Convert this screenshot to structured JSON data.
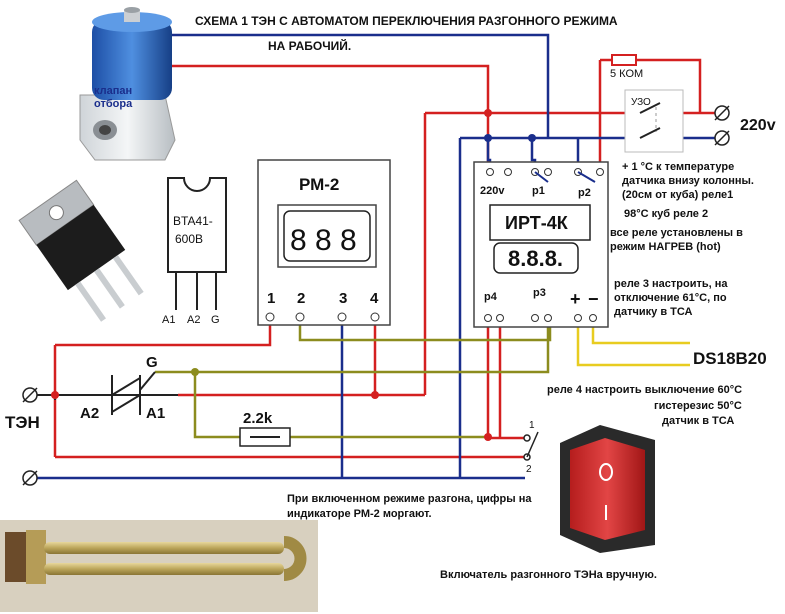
{
  "title_line1": "СХЕМА    1 ТЭН  С АВТОМАТОМ ПЕРЕКЛЮЧЕНИЯ РАЗГОННОГО РЕЖИМА",
  "title_line2": "НА РАБОЧИЙ.",
  "valve_label_1": "клапан",
  "valve_label_2": "отбора",
  "triac": {
    "part_1": "BTA41-",
    "part_2": "600B",
    "pin_a1": "A1",
    "pin_a2": "A2",
    "pin_g": "G"
  },
  "rm2": {
    "name": "РМ-2",
    "digits": "8 8 8",
    "pins": [
      "1",
      "2",
      "3",
      "4"
    ]
  },
  "irt": {
    "name": "ИРТ-4К",
    "digits": "8.8.8.",
    "top_labels": [
      "220v",
      "p1",
      "p2"
    ],
    "bottom_labels": [
      "p4",
      "p3"
    ],
    "plus": "+",
    "minus": "−"
  },
  "resistor_5k": "5 КОМ",
  "uzo": "УЗО",
  "mains": "220v",
  "notes": {
    "n1": "+ 1 °С к температуре",
    "n2": "датчика внизу колонны.",
    "n3": "(20см от куба) реле1",
    "n4": "98°С куб   реле  2",
    "n5": "все реле установлены в",
    "n6": "режим  НАГРЕВ  (hot)",
    "n7": "реле 3 настроить, на",
    "n8": "отключение 61°С, по",
    "n9": "датчику в ТСА",
    "ds": "DS18B20",
    "n10": "реле 4  настроить  выключение 60°С",
    "n11": "гистерезис  50°С",
    "n12": "датчик в ТСА",
    "n13": "При включенном режиме разгона, цифры на",
    "n14": "индикаторе РМ-2 моргают.",
    "n15": "Включатель разгонного ТЭНа  вручную."
  },
  "tan": "ТЭН",
  "triac_sym": {
    "a2": "A2",
    "a1": "A1",
    "g": "G"
  },
  "resistor_2k": "2.2k",
  "switch": {
    "pos1": "1",
    "pos2": "2"
  },
  "colors": {
    "red_wire": "#d42020",
    "blue_wire": "#1a2e8c",
    "olive_wire": "#8c8c1e",
    "yellow_wire": "#e8cc20",
    "switch_body": "#d93030"
  }
}
